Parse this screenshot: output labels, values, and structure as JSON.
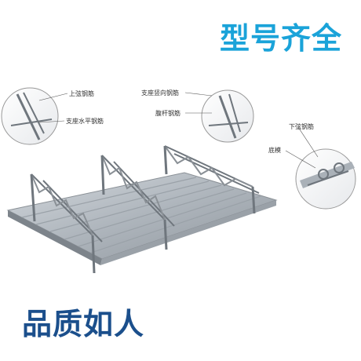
{
  "headline_top": "型号齐全",
  "headline_bottom": "品质如人",
  "labels": {
    "top_chord": "上弦钢筋",
    "support_horizontal": "支座水平钢筋",
    "support_vertical": "支座竖向钢筋",
    "web_bar": "腹杆钢筋",
    "bottom_chord": "下弦钢筋",
    "bottom_form": "底模"
  },
  "colors": {
    "top_banner": "#1aa3d9",
    "bottom_banner": "#1b4f8c",
    "steel": "#8d949c",
    "deck": "#b9c0c7"
  }
}
